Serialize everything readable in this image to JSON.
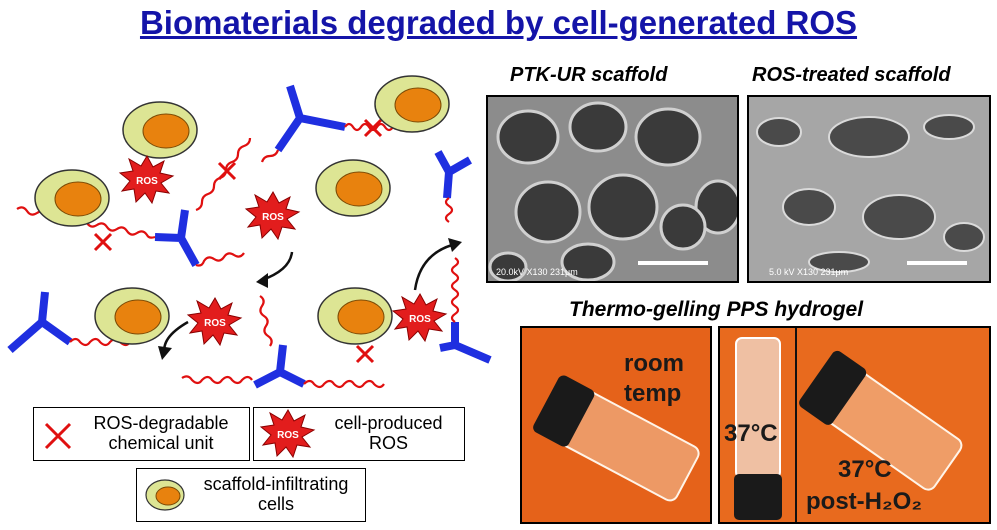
{
  "title": "Biomaterials degraded by cell-generated ROS",
  "panels": {
    "ptk_label": "PTK-UR scaffold",
    "ros_treated_label": "ROS-treated scaffold",
    "hydrogel_label": "Thermo-gelling  PPS hydrogel",
    "sem_left_caption": "20.0kV  X130      231μm",
    "sem_right_caption": "5.0 kV  X130      231μm"
  },
  "diagram": {
    "ros_label": "ROS"
  },
  "legend": {
    "degradable": "ROS-degradable chemical unit",
    "degradable_line1": "ROS-degradable",
    "degradable_line2": "chemical unit",
    "ros_line1": "cell-produced",
    "ros_line2": "ROS",
    "cells_line1": "scaffold-infiltrating",
    "cells_line2": "cells"
  },
  "vials": {
    "room_line1": "room",
    "room_line2": "temp",
    "temp_37": "37°C",
    "temp_37b": "37°C",
    "post": "post-H₂O₂"
  },
  "colors": {
    "title": "#1414a8",
    "scaffold_blue": "#1f2fe0",
    "chain_red": "#e01010",
    "cell_outer": "#dde594",
    "cell_inner": "#e8820e",
    "ros_star": "#e21d1d",
    "vial_bg": "#e8661c"
  }
}
